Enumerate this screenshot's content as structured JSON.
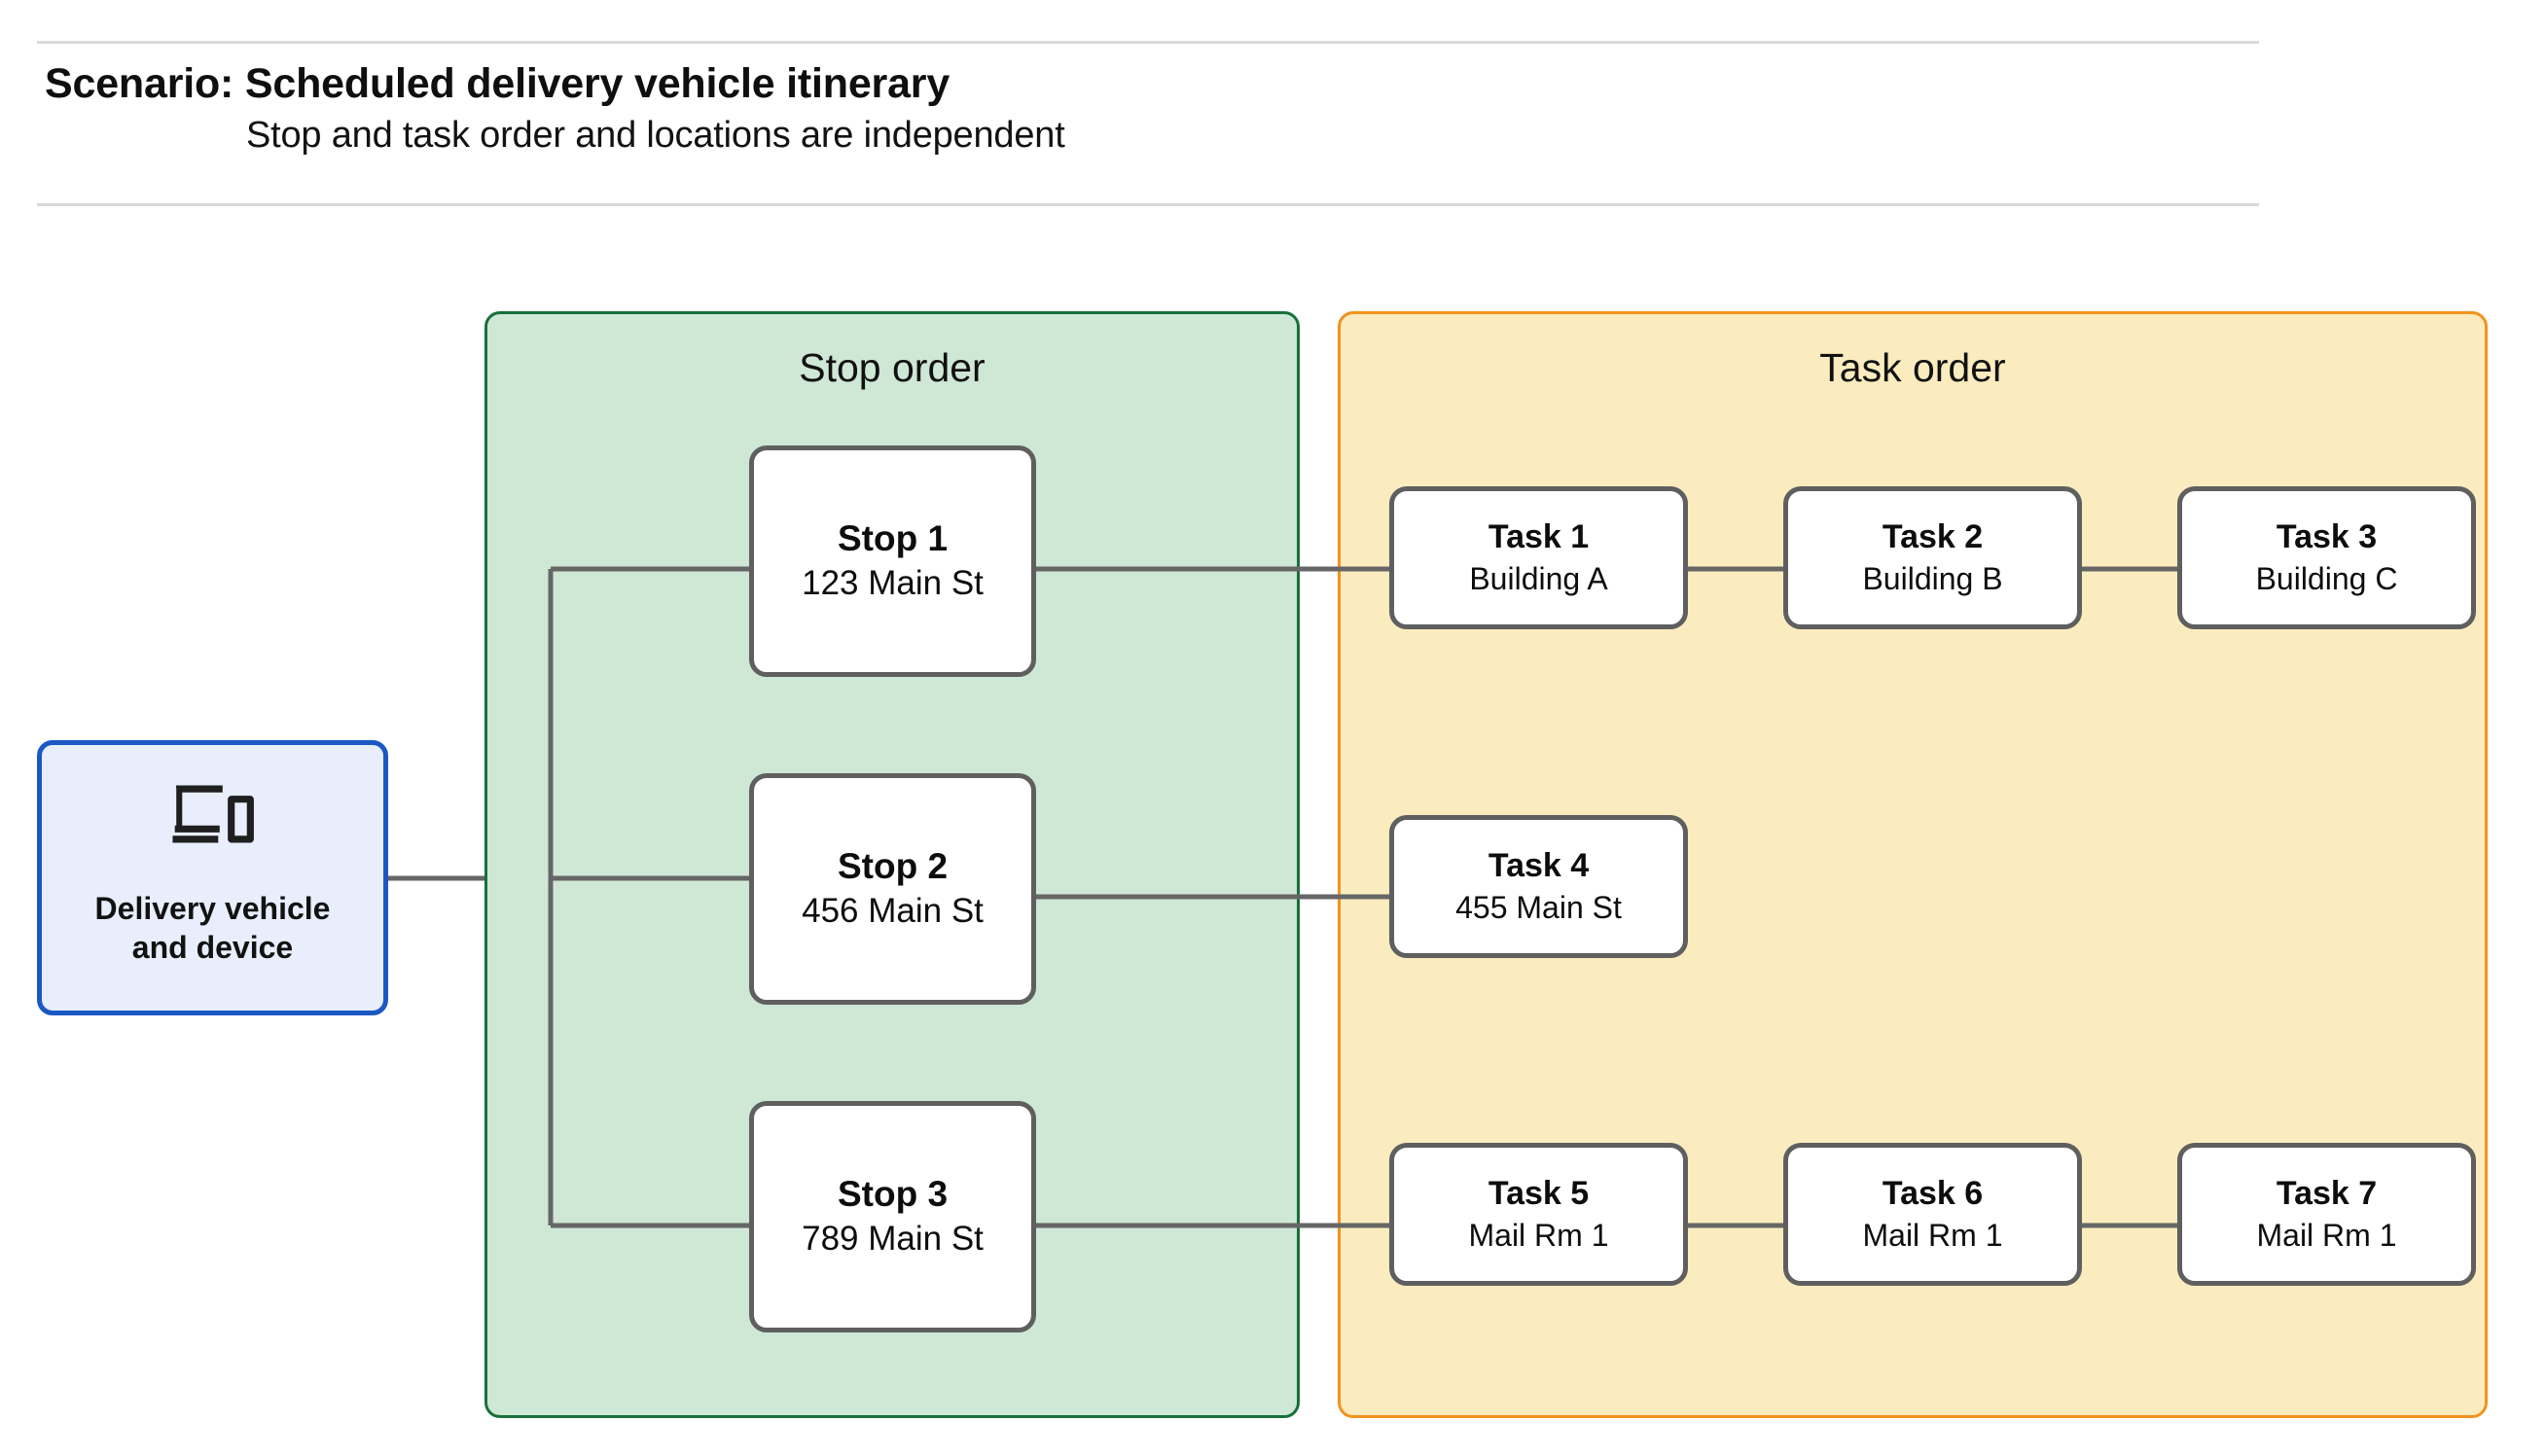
{
  "header": {
    "title": "Scenario: Scheduled delivery vehicle itinerary",
    "subtitle": "Stop and task order and locations are independent"
  },
  "vehicle": {
    "label": "Delivery vehicle\nand device",
    "icon": "devices-icon",
    "border_color": "#1b58c4",
    "fill_color": "#e8eefc"
  },
  "stop_panel": {
    "title": "Stop order",
    "border_color": "#18703a",
    "fill_color": "#cfe7d5",
    "stops": [
      {
        "title": "Stop 1",
        "sub": "123 Main St"
      },
      {
        "title": "Stop 2",
        "sub": "456 Main St"
      },
      {
        "title": "Stop 3",
        "sub": "789 Main St"
      }
    ]
  },
  "task_panel": {
    "title": "Task order",
    "border_color": "#f2921d",
    "fill_color": "#fbecbf",
    "rows": [
      {
        "tasks": [
          {
            "title": "Task 1",
            "sub": "Building A"
          },
          {
            "title": "Task 2",
            "sub": "Building B"
          },
          {
            "title": "Task 3",
            "sub": "Building C"
          }
        ]
      },
      {
        "tasks": [
          {
            "title": "Task 4",
            "sub": "455 Main St"
          }
        ]
      },
      {
        "tasks": [
          {
            "title": "Task 5",
            "sub": "Mail Rm 1"
          },
          {
            "title": "Task 6",
            "sub": "Mail Rm 1"
          },
          {
            "title": "Task 7",
            "sub": "Mail Rm 1"
          }
        ]
      }
    ]
  },
  "connector_color": "#666666",
  "rule_color": "#d9d9d9"
}
